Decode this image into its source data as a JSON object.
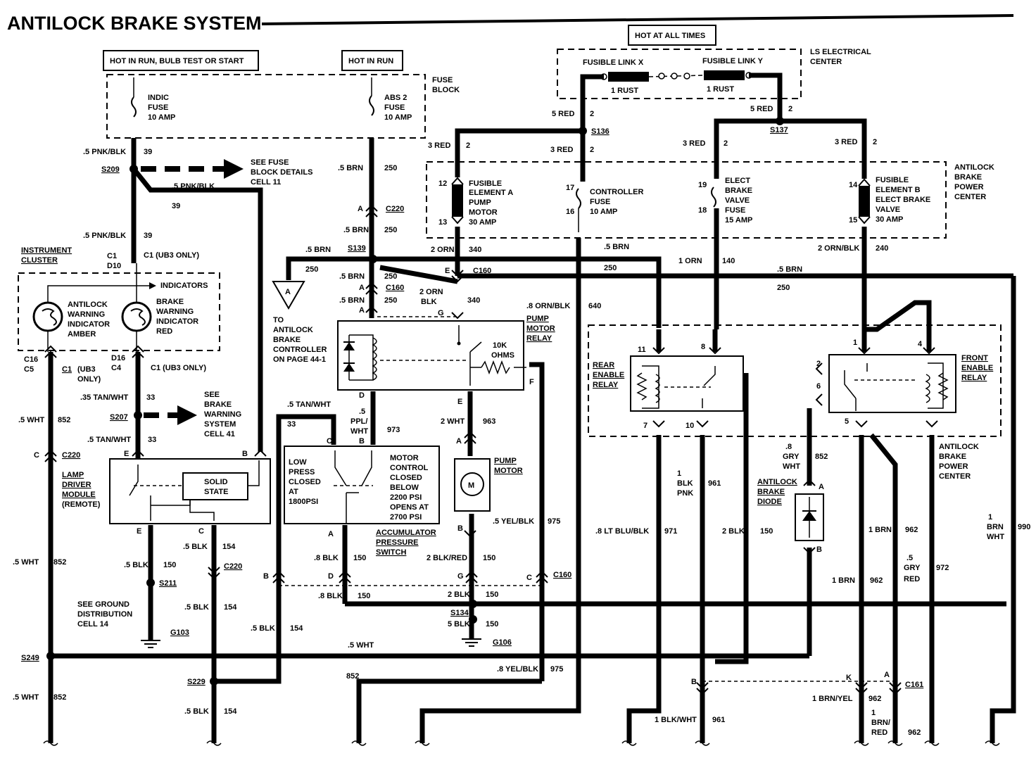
{
  "title": "ANTILOCK BRAKE SYSTEM",
  "power_labels": {
    "hot_run_bulb": "HOT IN RUN, BULB TEST OR START",
    "hot_run": "HOT IN RUN",
    "hot_all_times": "HOT AT ALL TIMES",
    "ls_center_1": "LS ELECTRICAL",
    "ls_center_2": "CENTER"
  },
  "fuse_block": {
    "l1": "FUSE",
    "l2": "BLOCK"
  },
  "fuses": {
    "indic_1": "INDIC",
    "indic_2": "FUSE",
    "indic_3": "10 AMP",
    "abs_1": "ABS 2",
    "abs_2": "FUSE",
    "abs_3": "10 AMP"
  },
  "fusible_links": {
    "x": "FUSIBLE LINK X",
    "y": "FUSIBLE LINK Y",
    "x_sub": "1 RUST",
    "y_sub": "1 RUST"
  },
  "power_center": {
    "l1": "ANTILOCK",
    "l2": "BRAKE",
    "l3": "POWER",
    "l4": "CENTER",
    "elemA_1": "FUSIBLE",
    "elemA_2": "ELEMENT A",
    "elemA_3": "PUMP",
    "elemA_4": "MOTOR",
    "elemA_5": "30 AMP",
    "ctrl_1": "CONTROLLER",
    "ctrl_2": "FUSE",
    "ctrl_3": "10 AMP",
    "valve_1": "ELECT",
    "valve_2": "BRAKE",
    "valve_3": "VALVE",
    "valve_4": "FUSE",
    "valve_5": "15 AMP",
    "elemB_1": "FUSIBLE",
    "elemB_2": "ELEMENT B",
    "elemB_3": "ELECT BRAKE",
    "elemB_4": "VALVE",
    "elemB_5": "30 AMP",
    "bottom_1": "ANTILOCK",
    "bottom_2": "BRAKE",
    "bottom_3": "POWER",
    "bottom_4": "CENTER"
  },
  "fuse_details": {
    "l1": "SEE FUSE",
    "l2": "BLOCK DETAILS",
    "l3": "CELL 11"
  },
  "brake_warning_ref": {
    "l1": "SEE",
    "l2": "BRAKE",
    "l3": "WARNING",
    "l4": "SYSTEM",
    "l5": "CELL 41"
  },
  "instrument_cluster": {
    "l1": "INSTRUMENT",
    "l2": "CLUSTER",
    "indicators": "INDICATORS"
  },
  "antilock_indicator": {
    "l1": "ANTILOCK",
    "l2": "WARNING",
    "l3": "INDICATOR",
    "l4": "AMBER"
  },
  "brake_indicator": {
    "l1": "BRAKE",
    "l2": "WARNING",
    "l3": "INDICATOR",
    "l4": "RED"
  },
  "lamp_driver": {
    "l1": "LAMP",
    "l2": "DRIVER",
    "l3": "MODULE",
    "l4": "(REMOTE)",
    "solid_1": "SOLID",
    "solid_2": "STATE"
  },
  "ground_ref": {
    "l1": "SEE GROUND",
    "l2": "DISTRIBUTION",
    "l3": "CELL 14"
  },
  "controller_ref": {
    "l1": "TO",
    "l2": "ANTILOCK",
    "l3": "BRAKE",
    "l4": "CONTROLLER",
    "l5": "ON PAGE 44-1",
    "tri": "A"
  },
  "pump_relay": {
    "l1": "PUMP",
    "l2": "MOTOR",
    "l3": "RELAY",
    "r1": "10K",
    "r2": "OHMS"
  },
  "pressure_switch": {
    "low_1": "LOW",
    "low_2": "PRESS",
    "low_3": "CLOSED",
    "low_4": "AT",
    "low_5": "1800PSI",
    "mc_1": "MOTOR",
    "mc_2": "CONTROL",
    "mc_3": "CLOSED",
    "mc_4": "BELOW",
    "mc_5": "2200 PSI",
    "mc_6": "OPENS AT",
    "mc_7": "2700 PSI",
    "name_1": "ACCUMULATOR",
    "name_2": "PRESSURE",
    "name_3": "SWITCH"
  },
  "pump_motor": {
    "l1": "PUMP",
    "l2": "MOTOR",
    "sym": "M"
  },
  "rear_relay": {
    "l1": "REAR",
    "l2": "ENABLE",
    "l3": "RELAY"
  },
  "front_relay": {
    "l1": "FRONT",
    "l2": "ENABLE",
    "l3": "RELAY"
  },
  "diode": {
    "l1": "ANTILOCK",
    "l2": "BRAKE",
    "l3": "DIODE"
  },
  "splices": {
    "s209": "S209",
    "s207": "S207",
    "s211": "S211",
    "s249": "S249",
    "s229": "S229",
    "s139": "S139",
    "s134": "S134",
    "s136": "S136",
    "s137": "S137",
    "g103": "G103",
    "g106": "G106"
  },
  "connectors": {
    "c220a": "C220",
    "c220b": "C220",
    "c220c": "C220",
    "c160a": "C160",
    "c160b": "C160",
    "c160c": "C160",
    "c161": "C161",
    "c1_top": "C1",
    "d10": "D10",
    "c1_ub3_top": "C1 (UB3 ONLY)",
    "c16": "C16",
    "c5": "C5",
    "c1_ub3_l": "C1",
    "c1_ub3_l2": "(UB3",
    "c1_ub3_l3": "ONLY)",
    "d16": "D16",
    "c4": "C4",
    "c1_ub3_r": "C1 (UB3 ONLY)"
  },
  "wires": [
    ".5 PNK/BLK",
    "39",
    ".5 PNK/BLK",
    "39",
    ".5 PNK/BLK",
    "39",
    ".5 BRN",
    "250",
    ".5 BRN",
    "250",
    ".5 BRN",
    "250",
    ".5 BRN",
    "250",
    ".5 BRN",
    "250",
    "5 RED",
    "2",
    "5 RED",
    "2",
    "3 RED",
    "2",
    "3 RED",
    "2",
    "3 RED",
    "2",
    "3 RED",
    "2",
    "2 ORN",
    "340",
    "2 ORN",
    "BLK",
    "340",
    ".8 ORN/BLK",
    "640",
    ".5 BRN",
    "250",
    "1 ORN",
    "140",
    ".5 BRN",
    "250",
    "2 ORN/BLK",
    "240",
    ".5 WHT",
    "852",
    ".35 TAN/WHT",
    "33",
    ".5 TAN/WHT",
    "33",
    ".5 TAN/WHT",
    "33",
    ".5",
    "PPL/",
    "WHT",
    "973",
    "2 WHT",
    "963",
    ".5 YEL/BLK",
    "975",
    ".8 BLK",
    "150",
    "2 BLK/RED",
    "150",
    ".8 BLK",
    "150",
    "2 BLK",
    "150",
    "5 BLK",
    "150",
    ".5 BLK",
    "154",
    ".5 BLK",
    "150",
    ".5 BLK",
    "154",
    ".5 BLK",
    "154",
    ".5 BLK",
    "154",
    ".5 WHT",
    "852",
    ".5 WHT",
    ".5 WHT",
    "852",
    "852",
    ".8 YEL/BLK",
    "975",
    ".8 LT BLU/BLK",
    "971",
    "1",
    "BLK",
    "PNK",
    "961",
    "2 BLK",
    "150",
    ".8",
    "GRY",
    "WHT",
    "852",
    "1 BRN",
    "962",
    ".5",
    "GRY",
    "RED",
    "972",
    "1",
    "BRN",
    "WHT",
    "990",
    "1 BRN",
    "962",
    "1 BLK/WHT",
    "961",
    "1 BRN/YEL",
    "962",
    "1",
    "BRN/",
    "RED",
    "962"
  ],
  "pins": [
    "12",
    "13",
    "17",
    "16",
    "19",
    "18",
    "14",
    "15",
    "11",
    "8",
    "7",
    "10",
    "2",
    "6",
    "1",
    "4",
    "5",
    "C",
    "G",
    "E",
    "A",
    "E",
    "A",
    "A",
    "A",
    "G",
    "D",
    "E",
    "F",
    "E",
    "B",
    "D",
    "C",
    "C",
    "B",
    "A",
    "B",
    "E",
    "A",
    "B",
    "A",
    "D",
    "G",
    "C",
    "B",
    "A",
    "B",
    "B",
    "K",
    "A"
  ]
}
